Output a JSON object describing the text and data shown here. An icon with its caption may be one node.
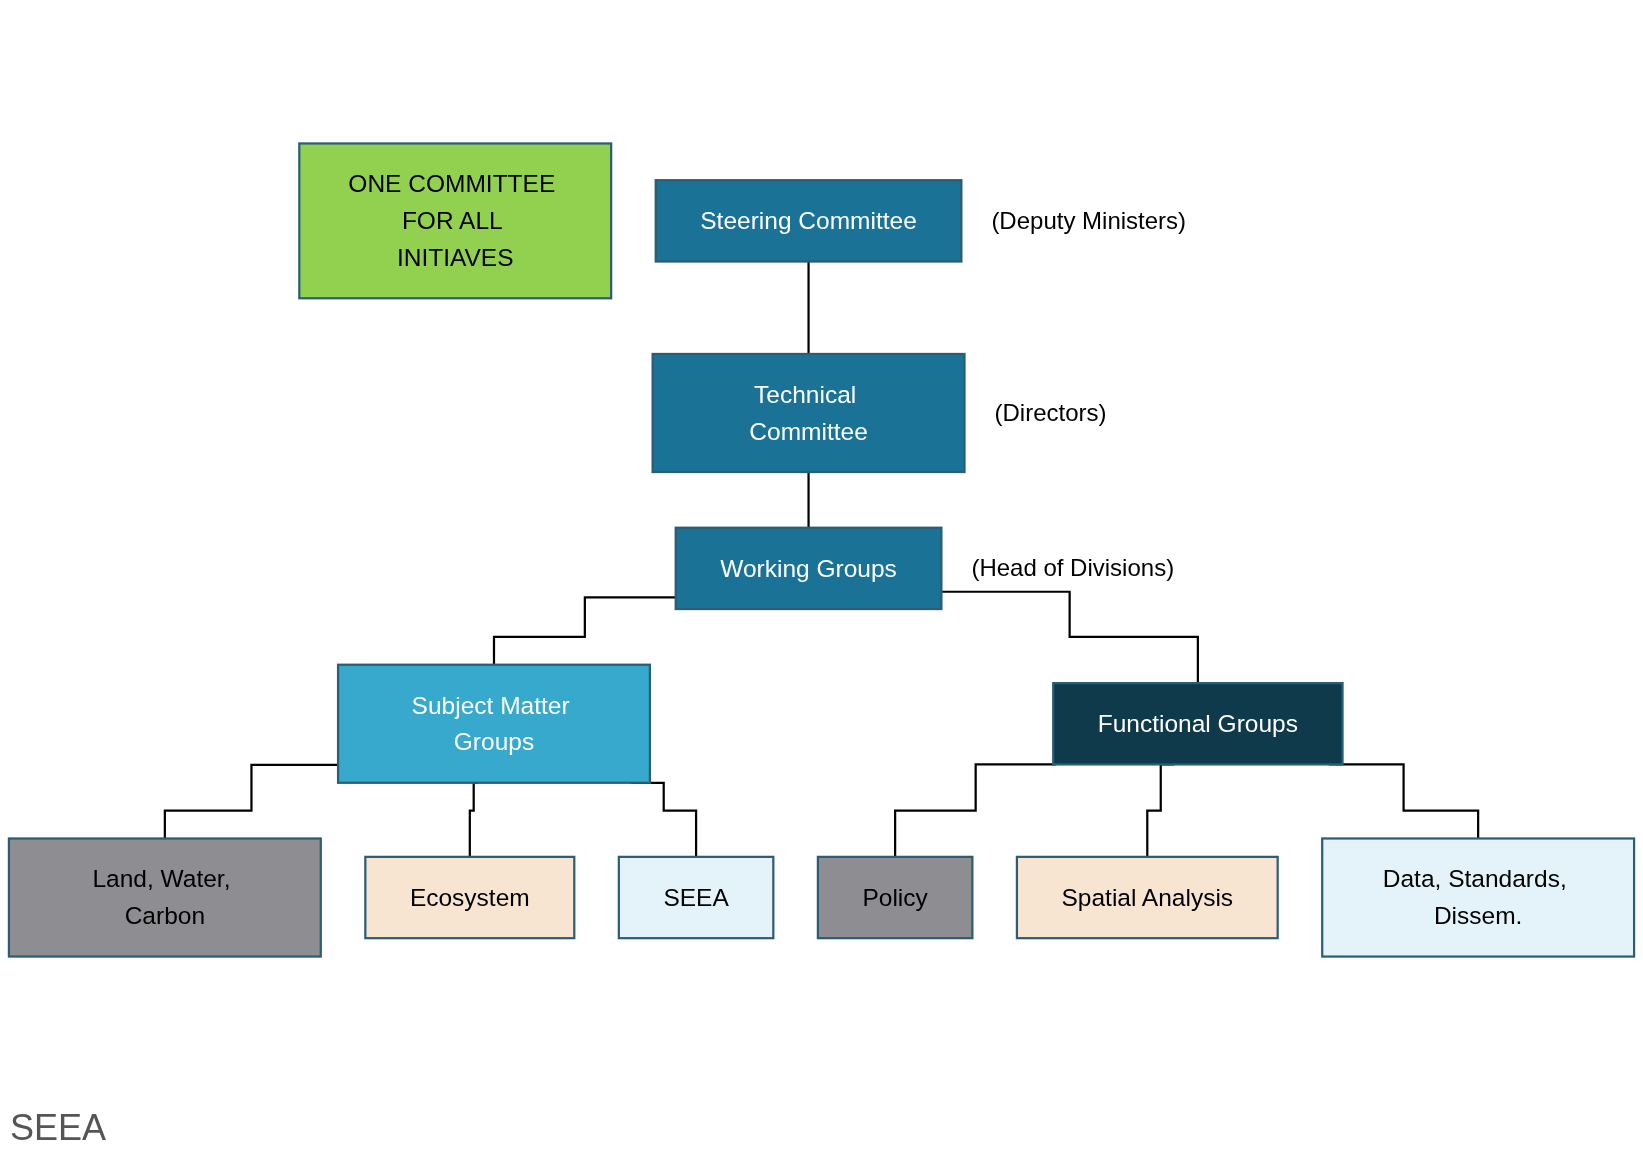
{
  "diagram": {
    "nodes": [
      {
        "text": [
          "ONE COMMITTEE FOR ALL INITIAVES"
        ]
      },
      {
        "text": [
          "Steering Committee"
        ],
        "beside": [
          "(Deputy Ministers)"
        ]
      },
      {
        "text": [
          "Technical Committee"
        ],
        "beside": [
          "(Directors)"
        ]
      },
      {
        "text": [
          "Working Groups"
        ],
        "beside": [
          "(Head of Divisions)"
        ]
      },
      {
        "text": [
          "Subject Matter Groups"
        ]
      },
      {
        "text": [
          "Functional Groups"
        ]
      },
      {
        "text": [
          "Land, Water, Carbon"
        ]
      },
      {
        "text": [
          "Ecosystem"
        ]
      },
      {
        "text": [
          "SEEA"
        ]
      },
      {
        "text": [
          "Policy"
        ]
      },
      {
        "text": [
          "Spatial Analysis"
        ]
      },
      {
        "text": [
          "Data, Standards, Dissem."
        ]
      }
    ],
    "edges": [
      {
        "from": 1,
        "to": 2,
        "arrow": "none"
      },
      {
        "from": 2,
        "to": 3,
        "arrow": "none"
      },
      {
        "from": 3,
        "to": 4,
        "arrow": "none"
      },
      {
        "from": 3,
        "to": 5,
        "arrow": "none"
      },
      {
        "from": 4,
        "to": 6,
        "arrow": "none"
      },
      {
        "from": 4,
        "to": 7,
        "arrow": "none"
      },
      {
        "from": 4,
        "to": 8,
        "arrow": "none"
      },
      {
        "from": 5,
        "to": 9,
        "arrow": "none"
      },
      {
        "from": 5,
        "to": 10,
        "arrow": "none"
      },
      {
        "from": 5,
        "to": 11,
        "arrow": "none"
      }
    ],
    "labels": [
      "SEEA"
    ]
  }
}
